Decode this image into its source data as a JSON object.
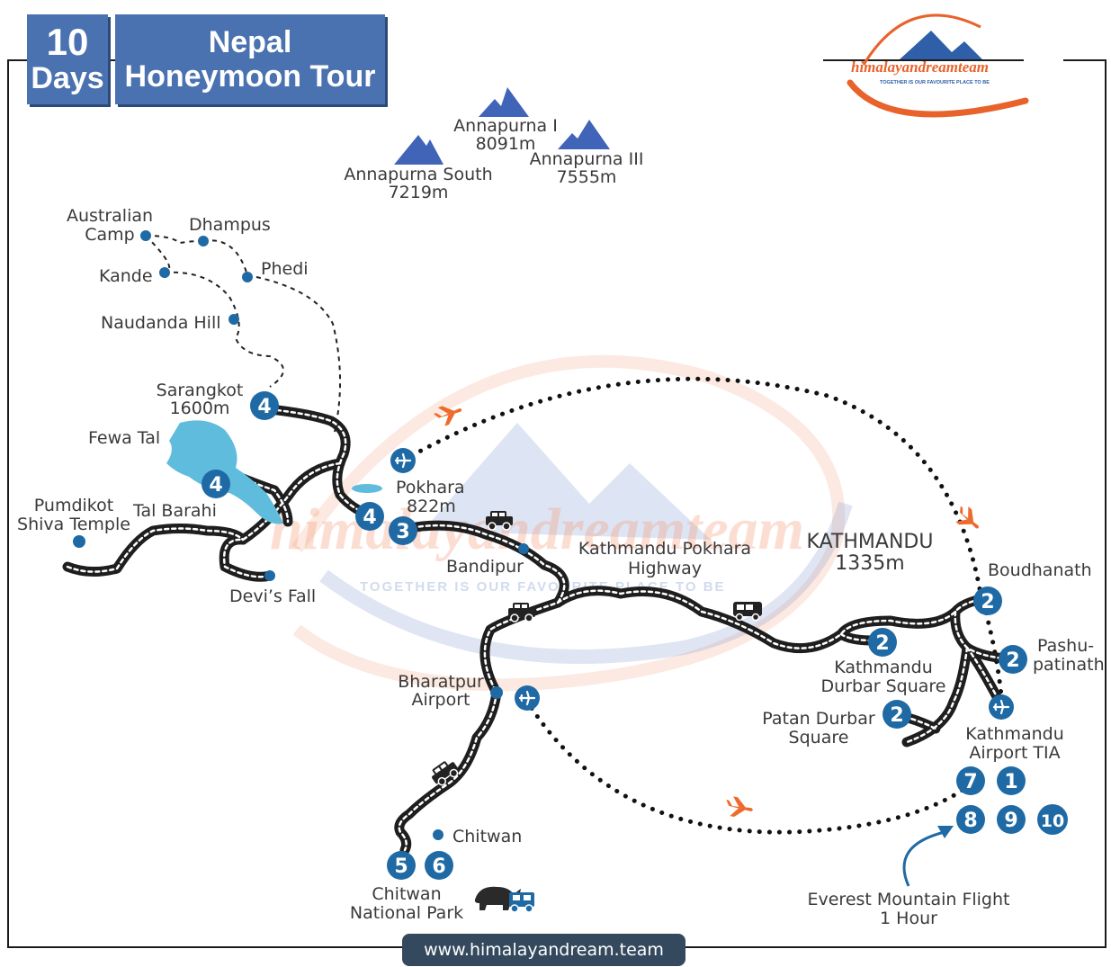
{
  "header": {
    "days_number": "10",
    "days_word": "Days",
    "title_line1": "Nepal",
    "title_line2": "Honeymoon Tour"
  },
  "logo": {
    "name": "himalayandreamteam",
    "tagline": "TOGETHER IS OUR FAVOURITE PLACE TO BE"
  },
  "watermark": {
    "name": "himalayandreamteam",
    "tagline": "TOGETHER IS OUR FAVOURITE PLACE TO BE"
  },
  "peaks": [
    {
      "name": "Annapurna I",
      "altitude": "8091m"
    },
    {
      "name": "Annapurna South",
      "altitude": "7219m"
    },
    {
      "name": "Annapurna III",
      "altitude": "7555m"
    }
  ],
  "places": {
    "australian_camp_1": "Australian",
    "australian_camp_2": "Camp",
    "dhampus": "Dhampus",
    "kande": "Kande",
    "phedi": "Phedi",
    "naudanda": "Naudanda Hill",
    "sarangkot": "Sarangkot",
    "sarangkot_alt": "1600m",
    "fewa": "Fewa Tal",
    "pumdikot_1": "Pumdikot",
    "pumdikot_2": "Shiva Temple",
    "tal_barahi": "Tal Barahi",
    "devis_fall": "Devi’s Fall",
    "pokhara": "Pokhara",
    "pokhara_alt": "822m",
    "bandipur": "Bandipur",
    "highway_1": "Kathmandu Pokhara",
    "highway_2": "Highway",
    "kathmandu": "KATHMANDU",
    "kathmandu_alt": "1335m",
    "boudhanath": "Boudhanath",
    "pashupatinath_1": "Pashu-",
    "pashupatinath_2": "patinath",
    "ktm_durbar_1": "Kathmandu",
    "ktm_durbar_2": "Durbar Square",
    "patan_1": "Patan Durbar",
    "patan_2": "Square",
    "airport_1": "Kathmandu",
    "airport_2": "Airport TIA",
    "bharatpur_1": "Bharatpur",
    "bharatpur_2": "Airport",
    "chitwan": "Chitwan",
    "chitwan_np_1": "Chitwan",
    "chitwan_np_2": "National Park",
    "everest_1": "Everest Mountain Flight",
    "everest_2": "1 Hour"
  },
  "day_markers": {
    "sarangkot": "4",
    "fewa": "4",
    "pokhara_a": "4",
    "pokhara_b": "3",
    "boudhanath": "2",
    "ktm_durbar": "2",
    "pashupatinath": "2",
    "patan": "2",
    "ktm_7": "7",
    "ktm_1": "1",
    "ktm_8": "8",
    "ktm_9": "9",
    "ktm_10": "10",
    "chitwan_5": "5",
    "chitwan_6": "6"
  },
  "footer": {
    "url": "www.himalayandream.team"
  },
  "colors": {
    "marker_blue": "#1f6aa5",
    "badge_blue": "#4a72b0",
    "plane_orange": "#ee6a2c",
    "lake_blue": "#5fbcdc",
    "mountain_blue": "#4064b8"
  }
}
